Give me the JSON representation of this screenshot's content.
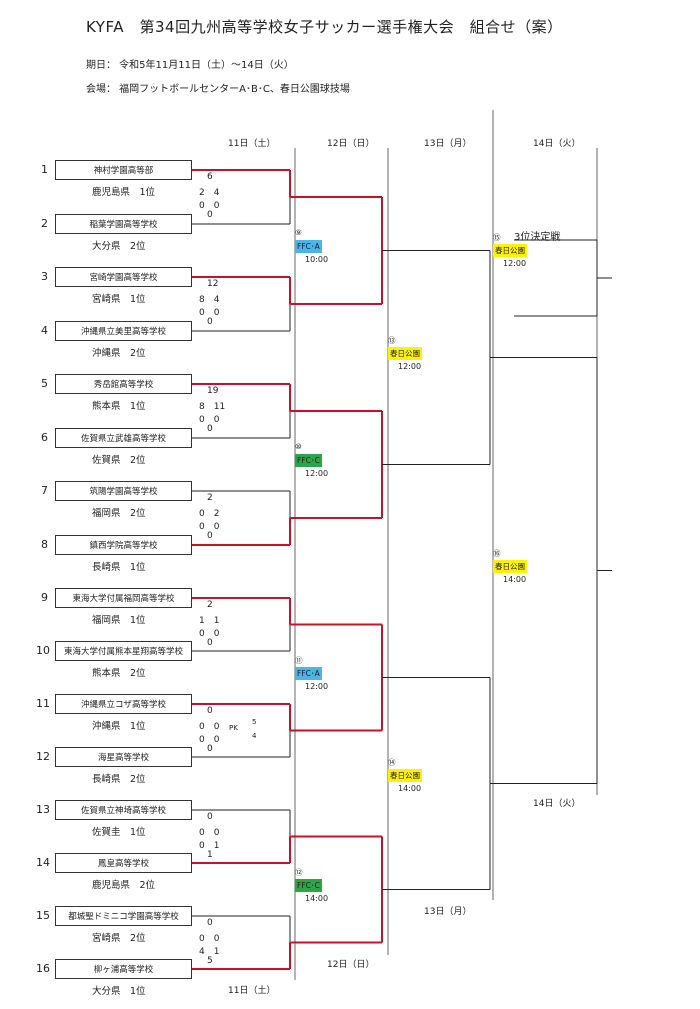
{
  "header": {
    "title": "KYFA　第34回九州高等学校女子サッカー選手権大会　組合せ（案）",
    "period": "期日：  令和5年11月11日（土）～14日（火）",
    "venue": "会場：  福岡フットボールセンターA･B･C、春日公園球技場"
  },
  "days": {
    "d11": "11日（土）",
    "d12": "12日（日）",
    "d13": "13日（月）",
    "d14": "14日（火）"
  },
  "teams": [
    {
      "num": "1",
      "name": "神村学園高等部",
      "pref": "鹿児島県　1位"
    },
    {
      "num": "2",
      "name": "稲葉学園高等学校",
      "pref": "大分県　2位"
    },
    {
      "num": "3",
      "name": "宮崎学園高等学校",
      "pref": "宮崎県　1位"
    },
    {
      "num": "4",
      "name": "沖縄県立美里高等学校",
      "pref": "沖縄県　2位"
    },
    {
      "num": "5",
      "name": "秀岳館高等学校",
      "pref": "熊本県　1位"
    },
    {
      "num": "6",
      "name": "佐賀県立武雄高等学校",
      "pref": "佐賀県　2位"
    },
    {
      "num": "7",
      "name": "筑陽学園高等学校",
      "pref": "福岡県　2位"
    },
    {
      "num": "8",
      "name": "鎮西学院高等学校",
      "pref": "長崎県　1位"
    },
    {
      "num": "9",
      "name": "東海大学付属福岡高等学校",
      "pref": "福岡県　1位"
    },
    {
      "num": "10",
      "name": "東海大学付属熊本星翔高等学校",
      "pref": "熊本県　2位"
    },
    {
      "num": "11",
      "name": "沖縄県立コザ高等学校",
      "pref": "沖縄県　1位"
    },
    {
      "num": "12",
      "name": "海星高等学校",
      "pref": "長崎県　2位"
    },
    {
      "num": "13",
      "name": "佐賀県立神埼高等学校",
      "pref": "佐賀圭　1位"
    },
    {
      "num": "14",
      "name": "鳳皇高等学校",
      "pref": "鹿児島県　2位"
    },
    {
      "num": "15",
      "name": "都城聖ドミニコ学園高等学校",
      "pref": "宮崎県　2位"
    },
    {
      "num": "16",
      "name": "柳ヶ浦高等学校",
      "pref": "大分県　1位"
    }
  ],
  "scores": [
    {
      "top": "6",
      "h1": "2　4",
      "h2": "0　0",
      "bottom": "0"
    },
    {
      "top": "12",
      "h1": "8　4",
      "h2": "0　0",
      "bottom": "0"
    },
    {
      "top": "19",
      "h1": "8　11",
      "h2": "0　0",
      "bottom": "0"
    },
    {
      "top": "2",
      "h1": "0　2",
      "h2": "0　0",
      "bottom": "0"
    },
    {
      "top": "2",
      "h1": "1　1",
      "h2": "0　0",
      "bottom": "0"
    },
    {
      "top": "0",
      "h1": "0　0",
      "h2": "0　0",
      "bottom": "0"
    },
    {
      "top": "0",
      "h1": "0　0",
      "h2": "0　1",
      "bottom": "1"
    },
    {
      "top": "0",
      "h1": "0　0",
      "h2": "4　1",
      "bottom": "5"
    }
  ],
  "pk": {
    "label": "PK",
    "top": "5",
    "bottom": "4"
  },
  "matches": [
    {
      "no": "⑨",
      "venue": "FFC･A",
      "time": "10:00",
      "color": "#4cb4e6"
    },
    {
      "no": "⑩",
      "venue": "FFC･C",
      "time": "12:00",
      "color": "#2fa34a"
    },
    {
      "no": "⑪",
      "venue": "FFC･A",
      "time": "12:00",
      "color": "#4cb4e6"
    },
    {
      "no": "⑫",
      "venue": "FFC･C",
      "time": "14:00",
      "color": "#2fa34a"
    },
    {
      "no": "⑬",
      "venue": "春日公園",
      "time": "12:00",
      "color": "#fff200"
    },
    {
      "no": "⑭",
      "venue": "春日公園",
      "time": "14:00",
      "color": "#fff200"
    },
    {
      "no": "⑮",
      "venue": "春日公園",
      "time": "12:00",
      "color": "#fff200"
    },
    {
      "no": "⑯",
      "venue": "春日公園",
      "time": "14:00",
      "color": "#fff200"
    }
  ],
  "third_place": "3位決定戦",
  "colors": {
    "winner_line": "#c8102e",
    "line": "#222222"
  }
}
